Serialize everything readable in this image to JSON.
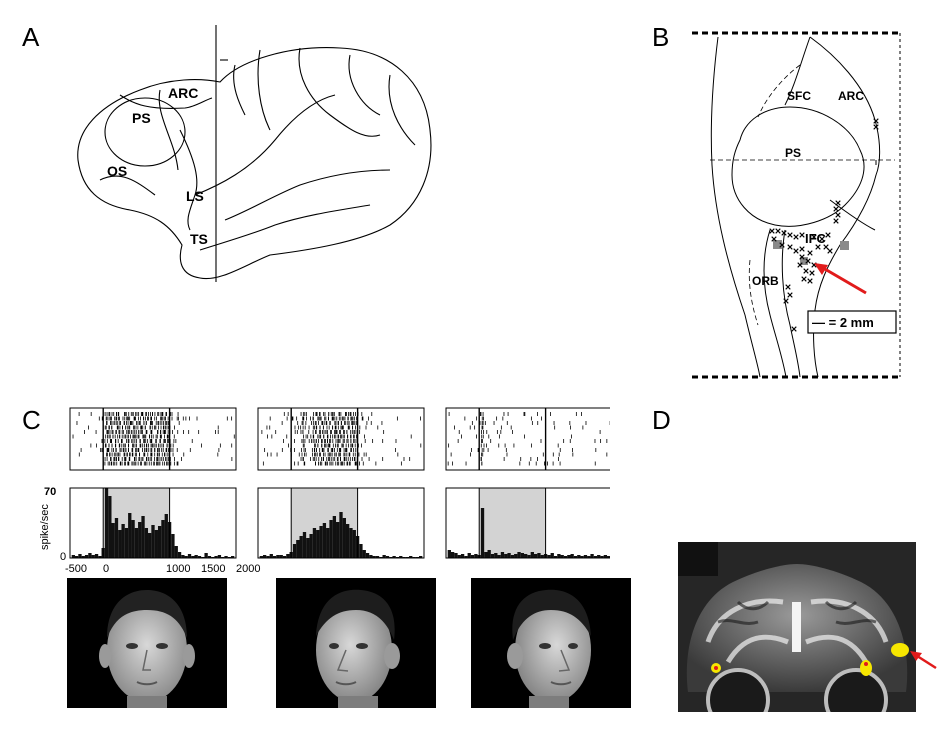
{
  "figure": {
    "panel_letters": [
      "A",
      "B",
      "C",
      "D"
    ],
    "panel_a": {
      "labels": [
        "ARC",
        "PS",
        "OS",
        "LS",
        "TS"
      ]
    },
    "panel_b": {
      "labels": [
        "SFC",
        "ARC",
        "PS",
        "IFC",
        "ORB"
      ],
      "scale_bar": "— = 2 mm",
      "marker_icon": "cross-marker-icon",
      "arrow_color": "#e11b1b"
    },
    "panel_c": {
      "ylabel": "spike/sec",
      "ymax_label": "70",
      "ymin_label": "0",
      "x_ticks": [
        "-500",
        "0",
        "1000",
        "1500",
        "2000"
      ],
      "stimulus_shading": "#d3d3d3",
      "faces": [
        "face-frontal",
        "face-three-quarter-left",
        "face-three-quarter-right"
      ]
    },
    "panel_d": {
      "arrow_color": "#e11b1b",
      "activation_color": "#f6e600"
    }
  },
  "chart_data": [
    {
      "type": "bar",
      "title": "",
      "xlabel": "",
      "ylabel": "spike/sec",
      "ylim": [
        0,
        70
      ],
      "xlim": [
        -500,
        2000
      ],
      "x": [
        -450,
        -400,
        -350,
        -300,
        -250,
        -200,
        -150,
        -100,
        -50,
        0,
        50,
        100,
        150,
        200,
        250,
        300,
        350,
        400,
        450,
        500,
        550,
        600,
        650,
        700,
        750,
        800,
        850,
        900,
        950,
        1000,
        1050,
        1100,
        1150,
        1200,
        1250,
        1300,
        1350,
        1400,
        1450,
        1500,
        1550,
        1600,
        1650,
        1700,
        1750,
        1800,
        1850,
        1900,
        1950
      ],
      "values": [
        3,
        2,
        4,
        2,
        3,
        5,
        3,
        4,
        2,
        10,
        70,
        62,
        35,
        40,
        28,
        34,
        30,
        45,
        38,
        30,
        36,
        42,
        30,
        25,
        33,
        28,
        32,
        38,
        44,
        36,
        24,
        12,
        6,
        3,
        2,
        4,
        2,
        3,
        2,
        1,
        5,
        2,
        1,
        2,
        3,
        1,
        2,
        1,
        2
      ],
      "stimulus_window": [
        0,
        1000
      ]
    },
    {
      "type": "bar",
      "title": "",
      "xlabel": "",
      "ylabel": "",
      "ylim": [
        0,
        70
      ],
      "xlim": [
        -500,
        2000
      ],
      "x": [
        -450,
        -400,
        -350,
        -300,
        -250,
        -200,
        -150,
        -100,
        -50,
        0,
        50,
        100,
        150,
        200,
        250,
        300,
        350,
        400,
        450,
        500,
        550,
        600,
        650,
        700,
        750,
        800,
        850,
        900,
        950,
        1000,
        1050,
        1100,
        1150,
        1200,
        1250,
        1300,
        1350,
        1400,
        1450,
        1500,
        1550,
        1600,
        1650,
        1700,
        1750,
        1800,
        1850,
        1900,
        1950
      ],
      "values": [
        2,
        3,
        2,
        4,
        2,
        3,
        3,
        2,
        4,
        6,
        14,
        18,
        22,
        26,
        20,
        24,
        30,
        28,
        32,
        35,
        30,
        38,
        42,
        36,
        46,
        40,
        34,
        30,
        28,
        22,
        14,
        8,
        5,
        3,
        2,
        2,
        1,
        3,
        2,
        1,
        2,
        1,
        2,
        1,
        1,
        2,
        1,
        1,
        2
      ],
      "stimulus_window": [
        0,
        1000
      ]
    },
    {
      "type": "bar",
      "title": "",
      "xlabel": "",
      "ylabel": "",
      "ylim": [
        0,
        70
      ],
      "xlim": [
        -500,
        2000
      ],
      "x": [
        -450,
        -400,
        -350,
        -300,
        -250,
        -200,
        -150,
        -100,
        -50,
        0,
        50,
        100,
        150,
        200,
        250,
        300,
        350,
        400,
        450,
        500,
        550,
        600,
        650,
        700,
        750,
        800,
        850,
        900,
        950,
        1000,
        1050,
        1100,
        1150,
        1200,
        1250,
        1300,
        1350,
        1400,
        1450,
        1500,
        1550,
        1600,
        1650,
        1700,
        1750,
        1800,
        1850,
        1900,
        1950
      ],
      "values": [
        8,
        6,
        5,
        3,
        4,
        2,
        5,
        3,
        4,
        3,
        50,
        6,
        8,
        4,
        5,
        3,
        6,
        4,
        5,
        3,
        4,
        6,
        5,
        4,
        3,
        6,
        4,
        5,
        3,
        4,
        3,
        5,
        2,
        4,
        3,
        2,
        3,
        4,
        2,
        3,
        2,
        3,
        2,
        4,
        2,
        3,
        2,
        3,
        2
      ],
      "stimulus_window": [
        0,
        1000
      ]
    }
  ]
}
